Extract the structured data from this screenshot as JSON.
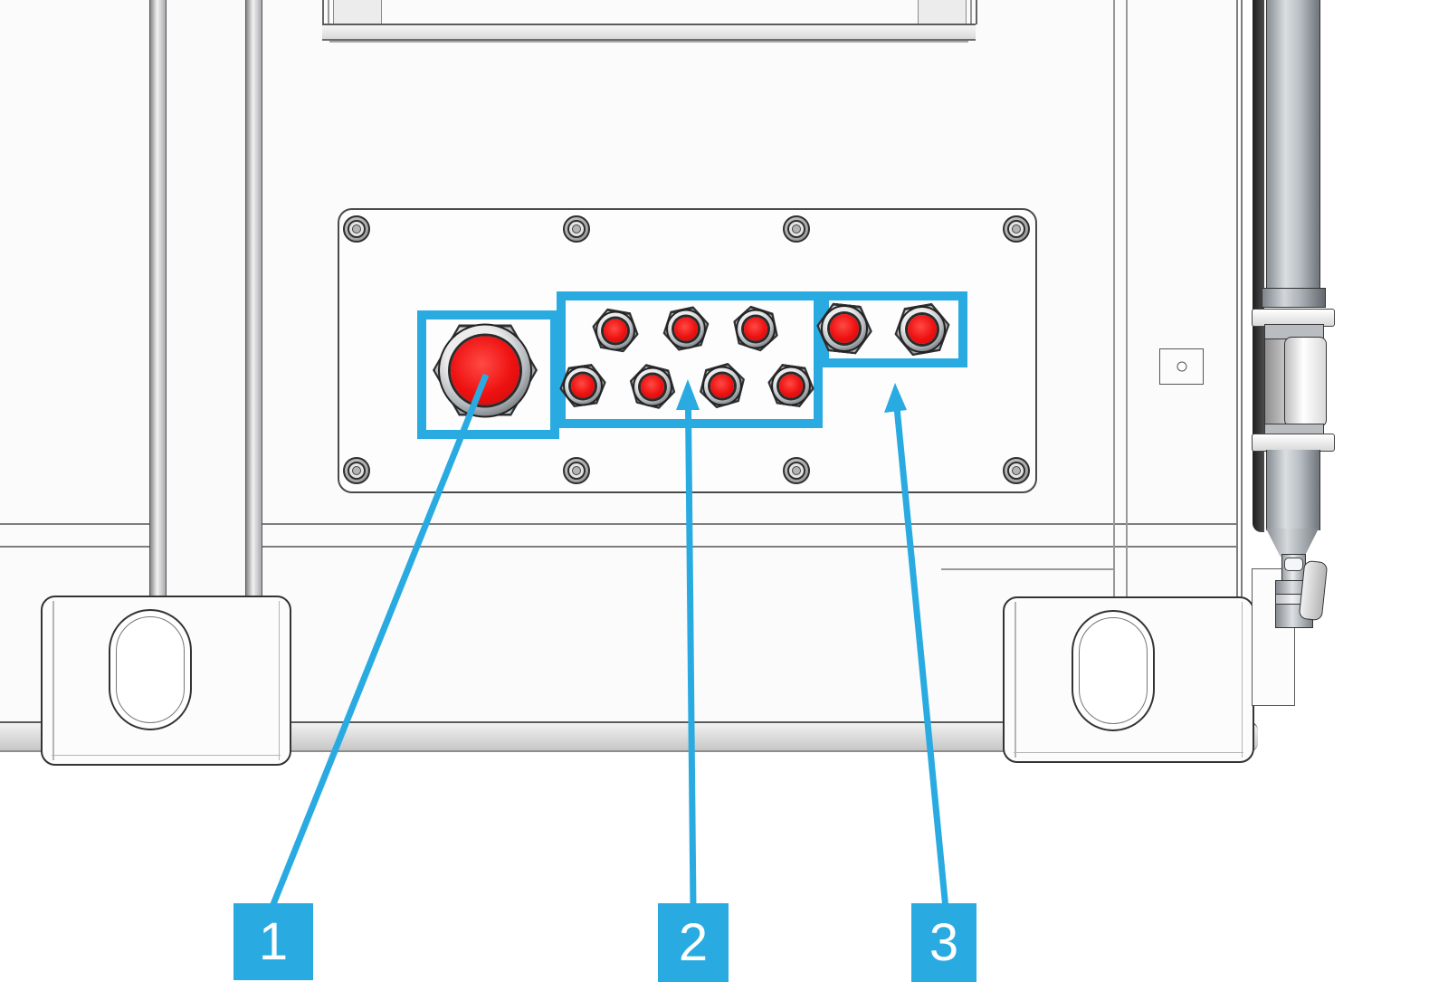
{
  "diagram": {
    "callouts": [
      {
        "label": "1",
        "name": "large-cable-gland"
      },
      {
        "label": "2",
        "name": "small-cable-gland-group"
      },
      {
        "label": "3",
        "name": "medium-cable-gland-group"
      }
    ]
  },
  "colors": {
    "accent": "#29abe2",
    "gland_red": "#ee1111"
  }
}
